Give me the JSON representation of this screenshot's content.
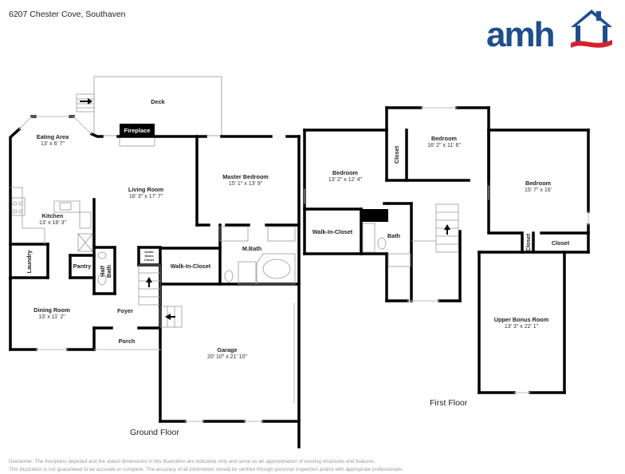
{
  "header": {
    "address": "6207 Chester Cove, Southaven",
    "logo_text": "amh",
    "logo_colors": {
      "blue": "#1f4e8c",
      "red": "#d6202f"
    }
  },
  "ground_floor": {
    "label": "Ground Floor",
    "rooms": {
      "deck": {
        "name": "Deck"
      },
      "fireplace": {
        "name": "Fireplace"
      },
      "eating_area": {
        "name": "Eating Area",
        "dim": "13' x 6' 7\""
      },
      "living_room": {
        "name": "Living Room",
        "dim": "16' 3\" x 17' 7\""
      },
      "master_bedroom": {
        "name": "Master Bedroom",
        "dim": "15' 1\" x 13' 9\""
      },
      "kitchen": {
        "name": "Kitchen",
        "dim": "13' x 18' 3\""
      },
      "laundry": {
        "name": "Laundry"
      },
      "pantry": {
        "name": "Pantry"
      },
      "half_bath": {
        "name_line1": "Half",
        "name_line2": "Bath"
      },
      "under_stairs_closet": {
        "line1": "Under",
        "line2": "Stairs",
        "line3": "Closet"
      },
      "walk_in_closet": {
        "name": "Walk-In-Closet"
      },
      "master_bath": {
        "name": "M.Bath"
      },
      "dining_room": {
        "name": "Dining Room",
        "dim": "13' x 11' 2\""
      },
      "foyer": {
        "name": "Foyer"
      },
      "porch": {
        "name": "Porch"
      },
      "garage": {
        "name": "Garage",
        "dim": "20' 10\" x 21' 10\""
      }
    }
  },
  "first_floor": {
    "label": "First Floor",
    "rooms": {
      "bedroom_left": {
        "name": "Bedroom",
        "dim": "13' 2\" x 12' 4\""
      },
      "bedroom_top": {
        "name": "Bedroom",
        "dim": "16' 2\" x 11' 6\""
      },
      "bedroom_right": {
        "name": "Bedroom",
        "dim": "15' 7\" x 16'"
      },
      "closet_top": {
        "name": "Closet"
      },
      "closet_small": {
        "name": "Closet"
      },
      "closet_right": {
        "name": "Closet"
      },
      "walk_in_closet": {
        "name": "Walk-In-Closet"
      },
      "bath": {
        "name": "Bath"
      },
      "upper_bonus_room": {
        "name": "Upper Bonus Room",
        "dim": "13' 3\" x 22' 1\""
      }
    }
  },
  "footer": {
    "disclaimer_line1": "Disclaimer: The floorplans depicted and the stated dimensions in this illustration are indicative only and serve as an approximation of existing structures and features.",
    "disclaimer_line2": "This illustration is not guaranteed to be accurate or complete. The accuracy of all information should be verified through personal inspection and/or with appropriate professionals."
  }
}
